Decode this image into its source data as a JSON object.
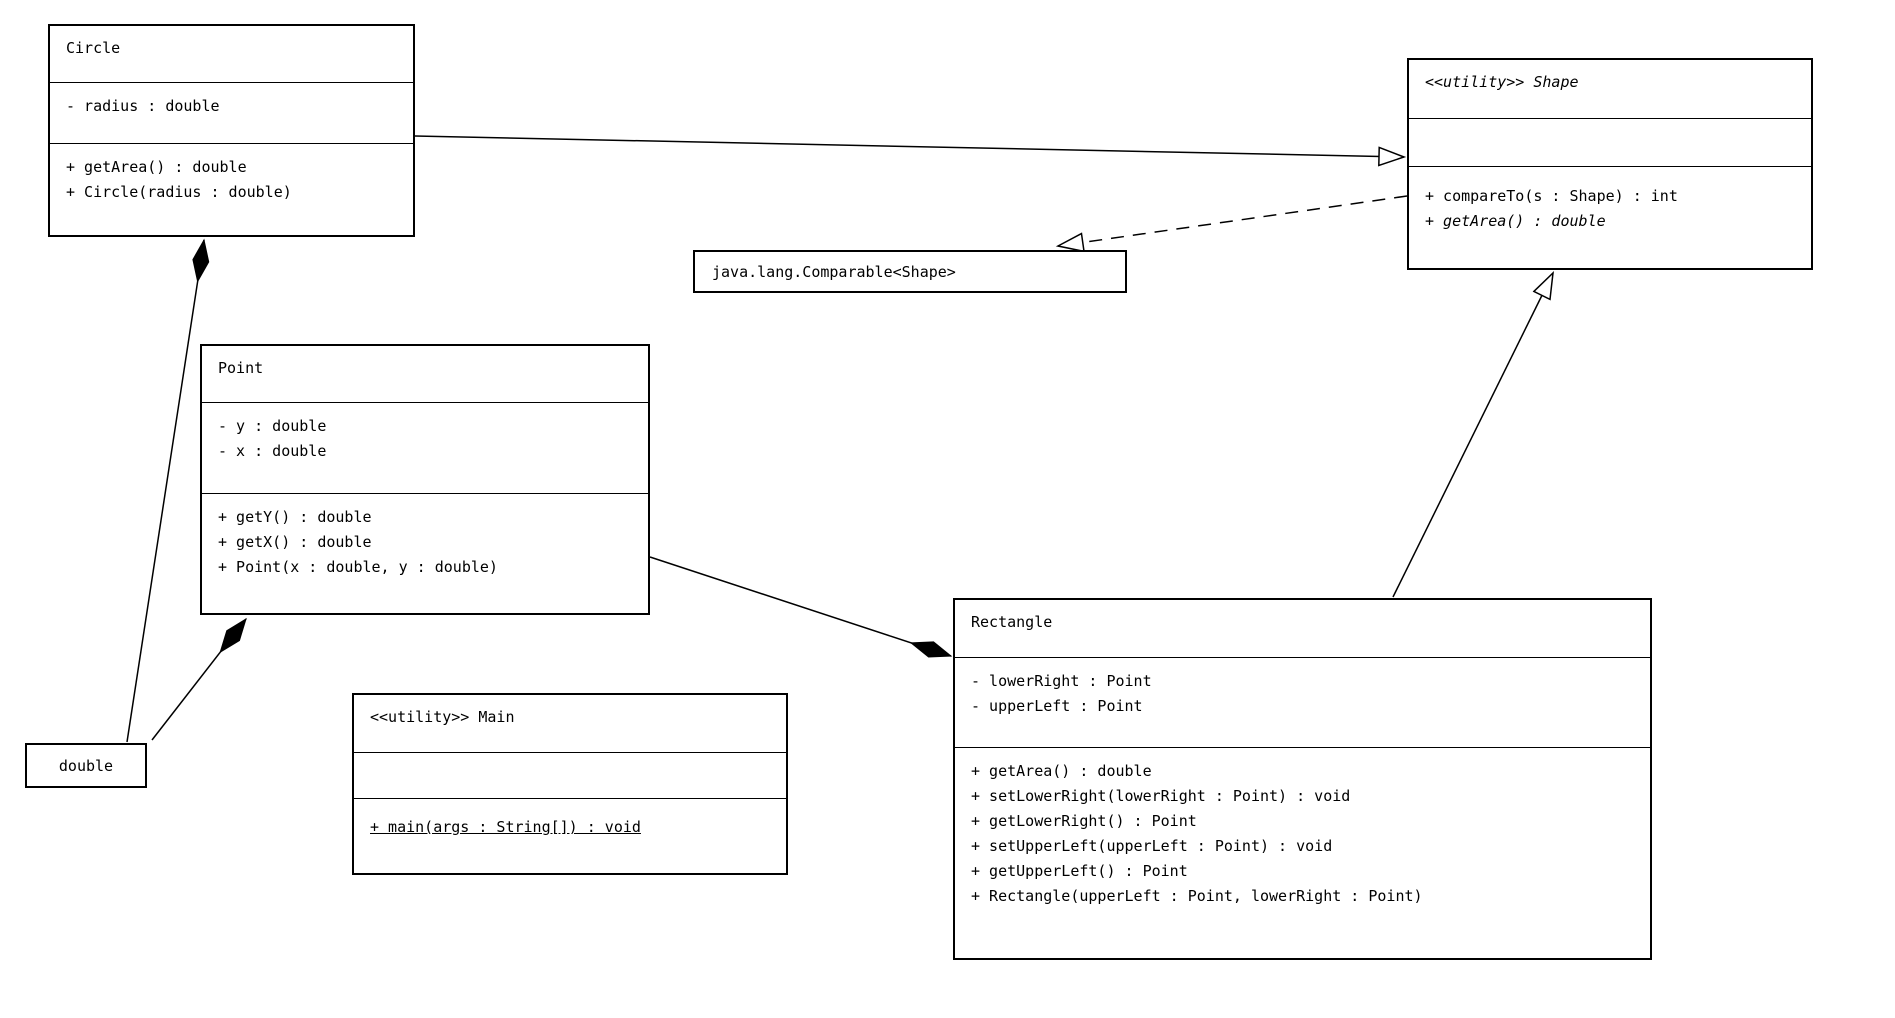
{
  "classes": {
    "circle": {
      "title": "Circle",
      "attributes": [
        "- radius : double"
      ],
      "methods": [
        "+ getArea() : double",
        "+ Circle(radius : double)"
      ]
    },
    "shape": {
      "title": "<<utility>> Shape",
      "attributes": [],
      "methods": [
        {
          "text": "+ compareTo(s : Shape) : int"
        },
        {
          "text": "+ getArea() : double",
          "italic": true
        }
      ]
    },
    "point": {
      "title": "Point",
      "attributes": [
        "- y : double",
        "- x : double"
      ],
      "methods": [
        "+ getY() : double",
        "+ getX() : double",
        "+ Point(x : double, y : double)"
      ]
    },
    "main": {
      "title": "<<utility>> Main",
      "attributes": [],
      "methods": [
        {
          "text": "+ main(args : String[]) : void",
          "underline": true
        }
      ]
    },
    "rectangle": {
      "title": "Rectangle",
      "attributes": [
        "- lowerRight : Point",
        "- upperLeft : Point"
      ],
      "methods": [
        "+ getArea() : double",
        "+ setLowerRight(lowerRight : Point) : void",
        "+ getLowerRight() : Point",
        "+ setUpperLeft(upperLeft : Point) : void",
        "+ getUpperLeft() : Point",
        "+ Rectangle(upperLeft : Point, lowerRight : Point)"
      ]
    },
    "comparable": {
      "title": "java.lang.Comparable<Shape>"
    },
    "double_type": {
      "title": "double"
    }
  },
  "relationships": [
    {
      "from": "Circle",
      "to": "Shape",
      "type": "generalization",
      "line": "solid",
      "arrowhead": "hollow-triangle"
    },
    {
      "from": "Shape",
      "to": "java.lang.Comparable<Shape>",
      "type": "realization",
      "line": "dashed",
      "arrowhead": "hollow-triangle"
    },
    {
      "from": "Rectangle",
      "to": "Shape",
      "type": "generalization",
      "line": "solid",
      "arrowhead": "hollow-triangle"
    },
    {
      "from": "Rectangle",
      "to": "Point",
      "type": "composition",
      "line": "solid",
      "arrowhead": "filled-diamond"
    },
    {
      "from": "Circle",
      "to": "double",
      "type": "composition",
      "line": "solid",
      "arrowhead": "filled-diamond"
    },
    {
      "from": "Point",
      "to": "double",
      "type": "composition",
      "line": "solid",
      "arrowhead": "filled-diamond"
    }
  ]
}
